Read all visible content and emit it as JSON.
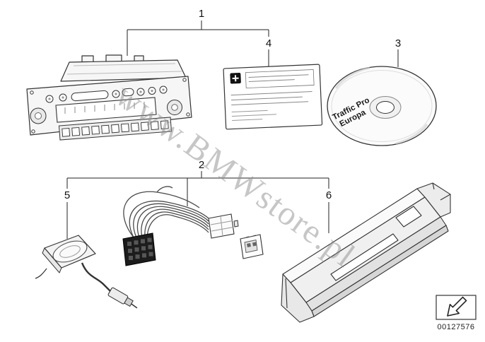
{
  "callouts": {
    "n1": "1",
    "n2": "2",
    "n3": "3",
    "n4": "4",
    "n5": "5",
    "n6": "6"
  },
  "cd": {
    "line1": "Traffic Pro",
    "line2": "Europa"
  },
  "watermark": {
    "text": "www.BMWstore.pl"
  },
  "footer": {
    "part_number": "00127576"
  },
  "icons": {
    "footer_arrow": "down-left-arrow-icon"
  }
}
